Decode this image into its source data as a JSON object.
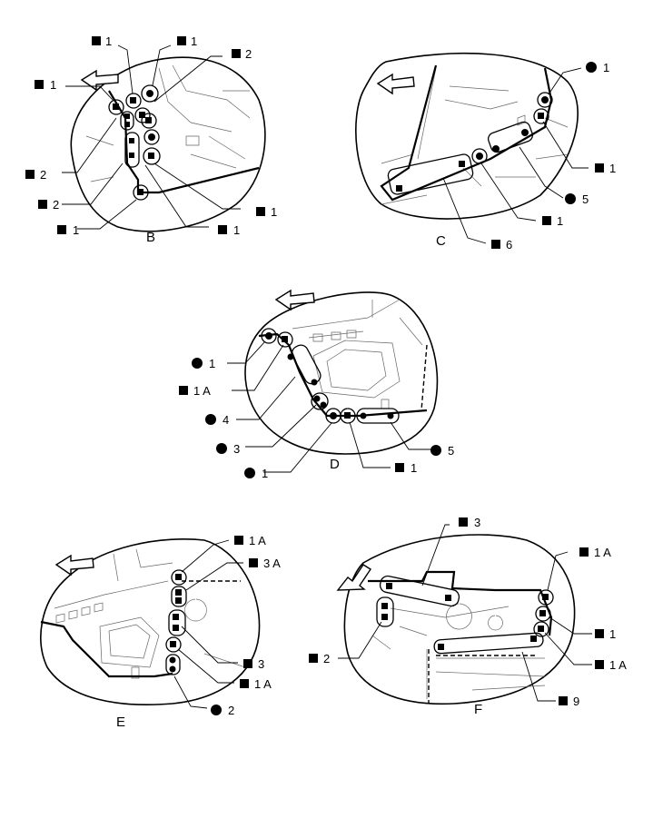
{
  "legend": {
    "square_symbol": "■",
    "circle_symbol": "●"
  },
  "views": [
    {
      "id": "B",
      "label": "B",
      "callouts": [
        {
          "symbol": "square",
          "text": "1"
        },
        {
          "symbol": "square",
          "text": "1"
        },
        {
          "symbol": "square",
          "text": "2"
        },
        {
          "symbol": "square",
          "text": "1"
        },
        {
          "symbol": "square",
          "text": "2"
        },
        {
          "symbol": "square",
          "text": "2"
        },
        {
          "symbol": "square",
          "text": "1"
        },
        {
          "symbol": "square",
          "text": "1"
        },
        {
          "symbol": "square",
          "text": "1"
        }
      ]
    },
    {
      "id": "C",
      "label": "C",
      "callouts": [
        {
          "symbol": "circle",
          "text": "1"
        },
        {
          "symbol": "square",
          "text": "1"
        },
        {
          "symbol": "circle",
          "text": "5"
        },
        {
          "symbol": "square",
          "text": "1"
        },
        {
          "symbol": "square",
          "text": "6"
        }
      ]
    },
    {
      "id": "D",
      "label": "D",
      "callouts": [
        {
          "symbol": "circle",
          "text": "1"
        },
        {
          "symbol": "square",
          "text": "1 A"
        },
        {
          "symbol": "circle",
          "text": "4"
        },
        {
          "symbol": "circle",
          "text": "3"
        },
        {
          "symbol": "circle",
          "text": "1"
        },
        {
          "symbol": "square",
          "text": "1"
        },
        {
          "symbol": "circle",
          "text": "5"
        }
      ]
    },
    {
      "id": "E",
      "label": "E",
      "callouts": [
        {
          "symbol": "square",
          "text": "1 A"
        },
        {
          "symbol": "square",
          "text": "3 A"
        },
        {
          "symbol": "square",
          "text": "3"
        },
        {
          "symbol": "square",
          "text": "1 A"
        },
        {
          "symbol": "circle",
          "text": "2"
        }
      ]
    },
    {
      "id": "F",
      "label": "F",
      "callouts": [
        {
          "symbol": "square",
          "text": "3"
        },
        {
          "symbol": "square",
          "text": "1 A"
        },
        {
          "symbol": "square",
          "text": "2"
        },
        {
          "symbol": "square",
          "text": "1"
        },
        {
          "symbol": "square",
          "text": "1 A"
        },
        {
          "symbol": "square",
          "text": "9"
        }
      ]
    }
  ]
}
